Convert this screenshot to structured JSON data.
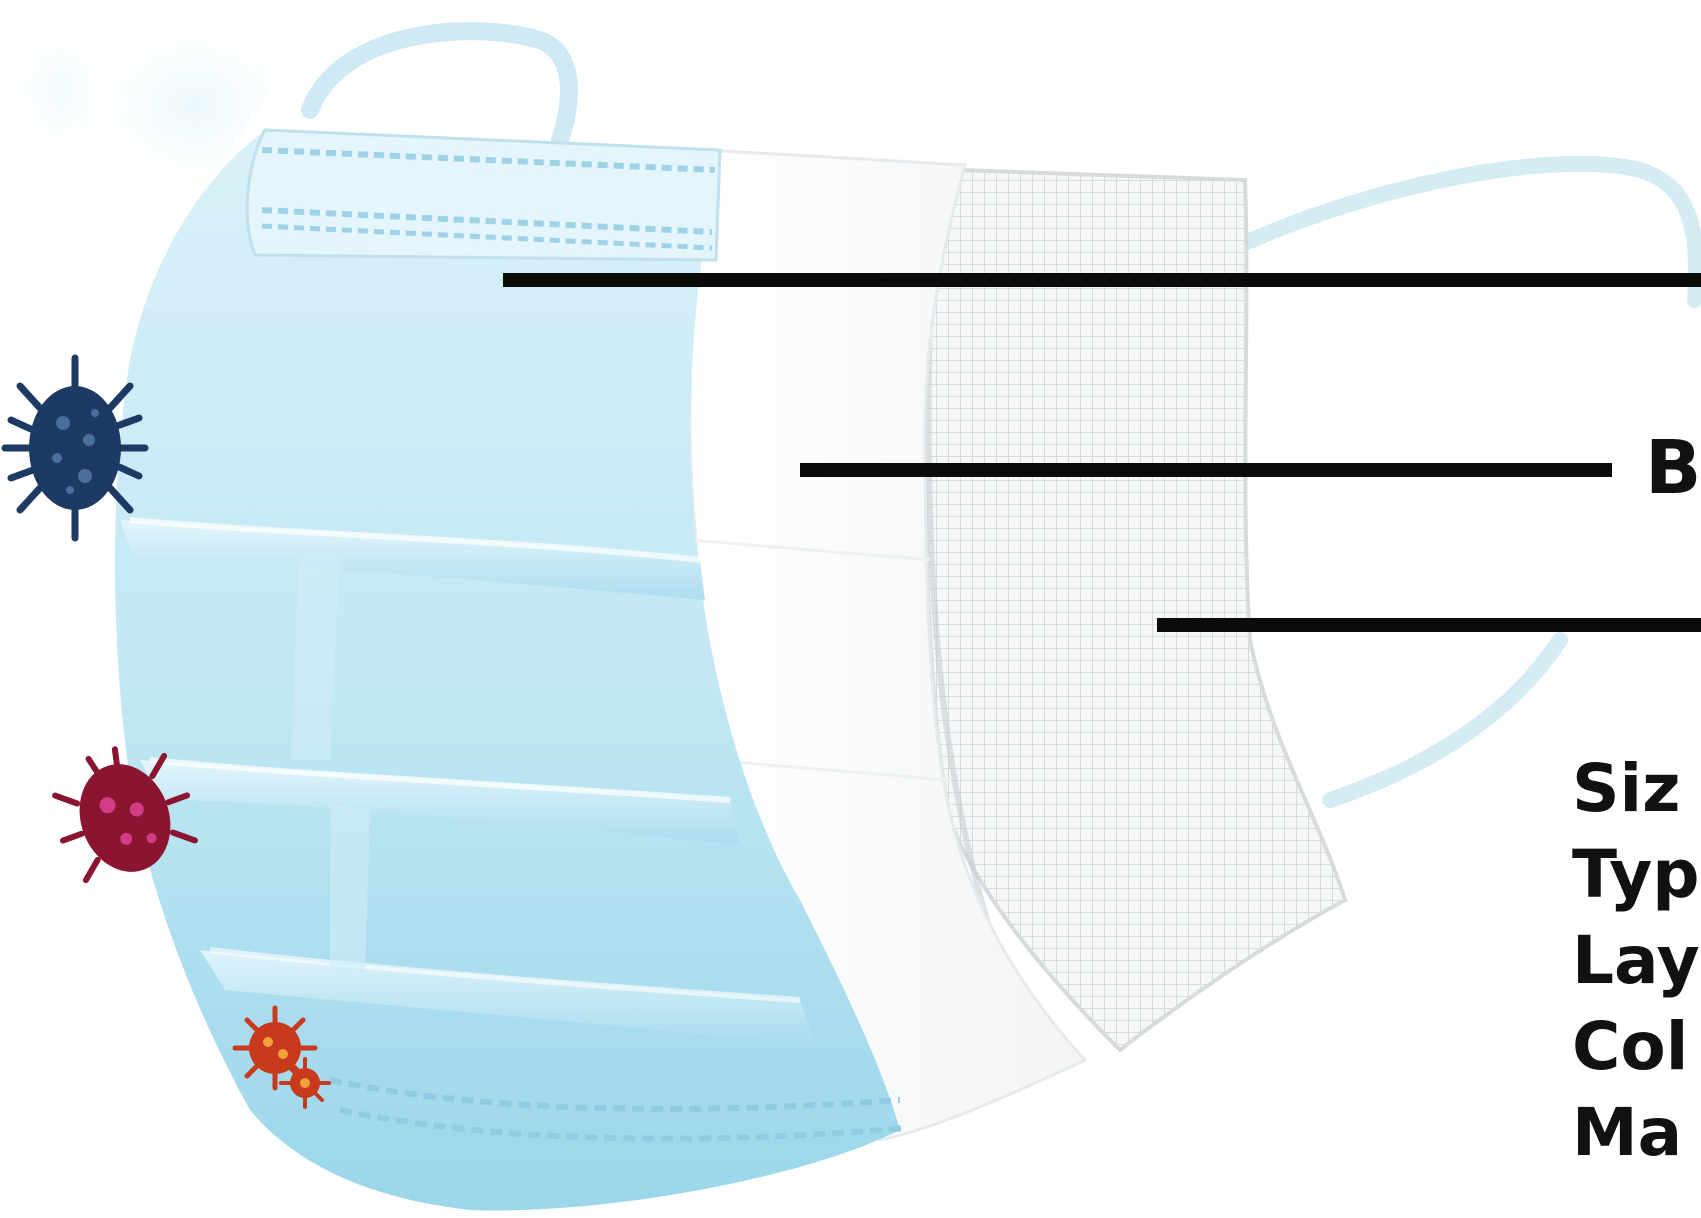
{
  "labels": {
    "middle_layer_fragment": "B"
  },
  "specs": {
    "line1": "Siz",
    "line2": "Typ",
    "line3": "Lay",
    "line4": "Col",
    "line5": "Ma"
  },
  "colors": {
    "mask_blue": "#bfe6f3",
    "mask_blue_dark": "#8fd0e6",
    "middle_layer": "#ffffff",
    "inner_layer": "#f1f2f2",
    "callout_line": "#0b0b0b",
    "virus_navy": "#1c3a63",
    "virus_maroon": "#8b1530",
    "virus_orange": "#c83a1c"
  },
  "icons": [
    "virus-icon-navy",
    "virus-icon-maroon",
    "virus-icon-orange-large",
    "virus-icon-orange-small"
  ]
}
